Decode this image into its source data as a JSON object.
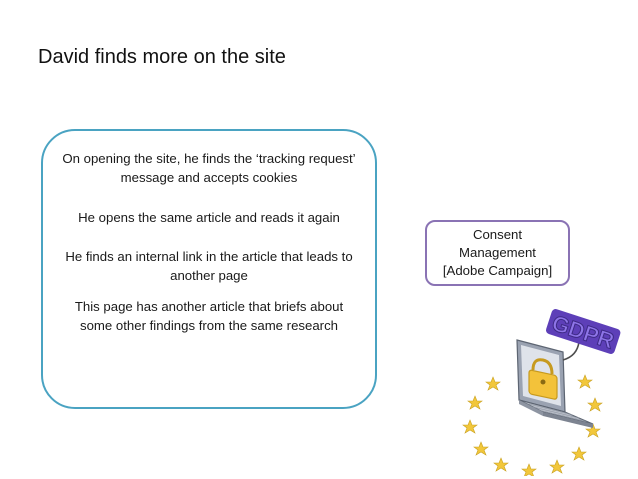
{
  "slide": {
    "title": "David finds more on the site",
    "story": {
      "paragraphs": [
        "On opening the site, he finds the ‘tracking request’ message and accepts cookies",
        "He opens the same article and reads it again",
        "He finds an internal link in the article that leads to another page",
        "This page has another article that briefs about some other findings from the same research"
      ]
    },
    "consent": {
      "line1": "Consent",
      "line2": "Management",
      "line3": "[Adobe Campaign]"
    },
    "illustration": {
      "badge_text": "GDPR",
      "icon": "laptop-padlock-eu-stars",
      "colors": {
        "badge": "#7d5fd8",
        "padlock": "#f3c23a",
        "stars": "#f2c73b",
        "laptop": "#c9ccd3"
      }
    },
    "colors": {
      "story_border": "#4aa3c2",
      "consent_border": "#8a73b4"
    }
  }
}
